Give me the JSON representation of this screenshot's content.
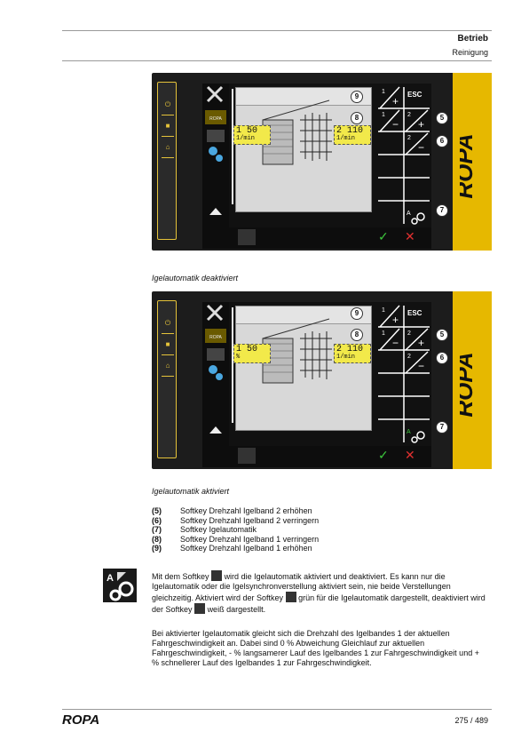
{
  "header": {
    "title": "Betrieb",
    "subtitle": "Reinigung"
  },
  "screen1": {
    "caption": "Igelautomatik deaktiviert",
    "val1": "1 50",
    "unit1": "1/min",
    "val2": "2 110",
    "unit2": "1/min",
    "esc": "ESC",
    "ropa_small": "ROPA"
  },
  "screen2": {
    "caption": "Igelautomatik aktiviert",
    "val1": "1 50",
    "unit1": "%",
    "val2": "2 110",
    "unit2": "1/min",
    "esc": "ESC",
    "ropa_small": "ROPA"
  },
  "callouts": [
    "9",
    "8",
    "5",
    "6",
    "7"
  ],
  "sk_nums": {
    "one": "1",
    "two": "2"
  },
  "brand": "ROPA",
  "list": [
    {
      "num": "(5)",
      "text": "Softkey Drehzahl Igelband 2 erhöhen"
    },
    {
      "num": "(6)",
      "text": "Softkey Drehzahl Igelband 2 verringern"
    },
    {
      "num": "(7)",
      "text": "Softkey Igelautomatik"
    },
    {
      "num": "(8)",
      "text": "Softkey Drehzahl Igelband 1 verringern"
    },
    {
      "num": "(9)",
      "text": "Softkey Drehzahl Igelband 1 erhöhen"
    }
  ],
  "para1": {
    "a": "Mit dem Softkey",
    "b": "wird die Igelautomatik aktiviert und deaktiviert. Es kann nur die Igelautomatik oder die Igelsynchronverstellung aktiviert sein, nie beide Verstellungen gleichzeitig. Aktiviert wird der Softkey",
    "c": "grün für die Igelautomatik dargestellt, deaktiviert wird der Softkey",
    "d": "weiß dargestellt."
  },
  "para2": "Bei aktivierter Igelautomatik gleicht sich die Drehzahl des Igelbandes 1 der aktuellen Fahrgeschwindigkeit an. Dabei sind 0 % Abweichung Gleichlauf zur aktuellen Fahrgeschwindigkeit, - % langsamerer Lauf des Igelbandes 1 zur Fahrgeschwindigkeit und + % schnellerer Lauf des Igelbandes 1 zur Fahrgeschwindigkeit.",
  "footer": {
    "page": "275 / 489"
  },
  "colors": {
    "accent_yellow": "#e6b800",
    "green": "#3cc43c",
    "red": "#e03030"
  }
}
